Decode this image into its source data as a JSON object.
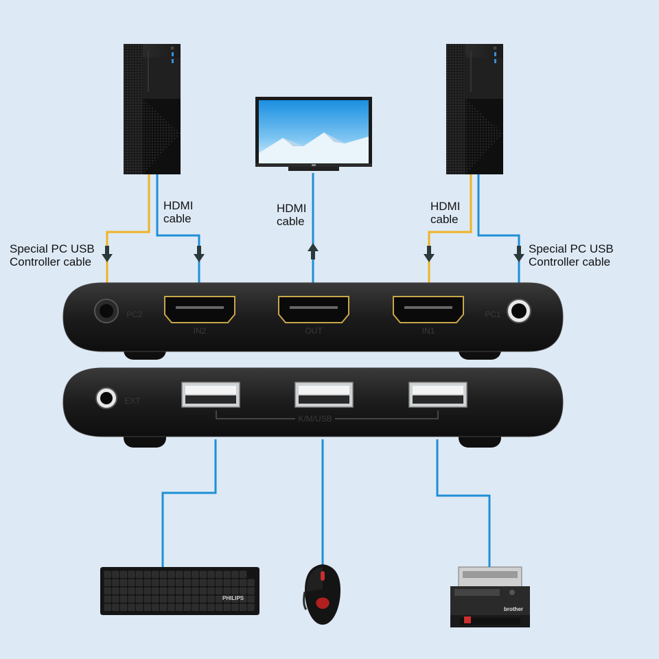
{
  "labels": {
    "hdmi_left": [
      "HDMI",
      "cable"
    ],
    "hdmi_center": [
      "HDMI",
      "cable"
    ],
    "hdmi_right": [
      "HDMI",
      "cable"
    ],
    "usb_left": [
      "Special PC USB",
      "Controller cable"
    ],
    "usb_right": [
      "Special PC USB",
      "Controller cable"
    ]
  },
  "switch_top": {
    "port_pc2": "PC2",
    "port_in2": "IN2",
    "port_out": "OUT",
    "port_in1": "IN1",
    "port_pc1": "PC1"
  },
  "switch_bottom": {
    "port_ext": "EXT",
    "usb_group": "K/M/USB"
  },
  "devices": {
    "keyboard_brand": "PHILIPS",
    "printer_brand": "brother"
  },
  "colors": {
    "background": "#dde9f5",
    "hdmi_cable": "#1e8fd6",
    "usb_cable": "#f0b323",
    "device_body": "#161616"
  },
  "icons": [
    "pc-tower-icon",
    "monitor-icon",
    "kvm-switch-icon",
    "keyboard-icon",
    "mouse-icon",
    "printer-icon",
    "arrow-down-icon",
    "arrow-up-icon"
  ]
}
